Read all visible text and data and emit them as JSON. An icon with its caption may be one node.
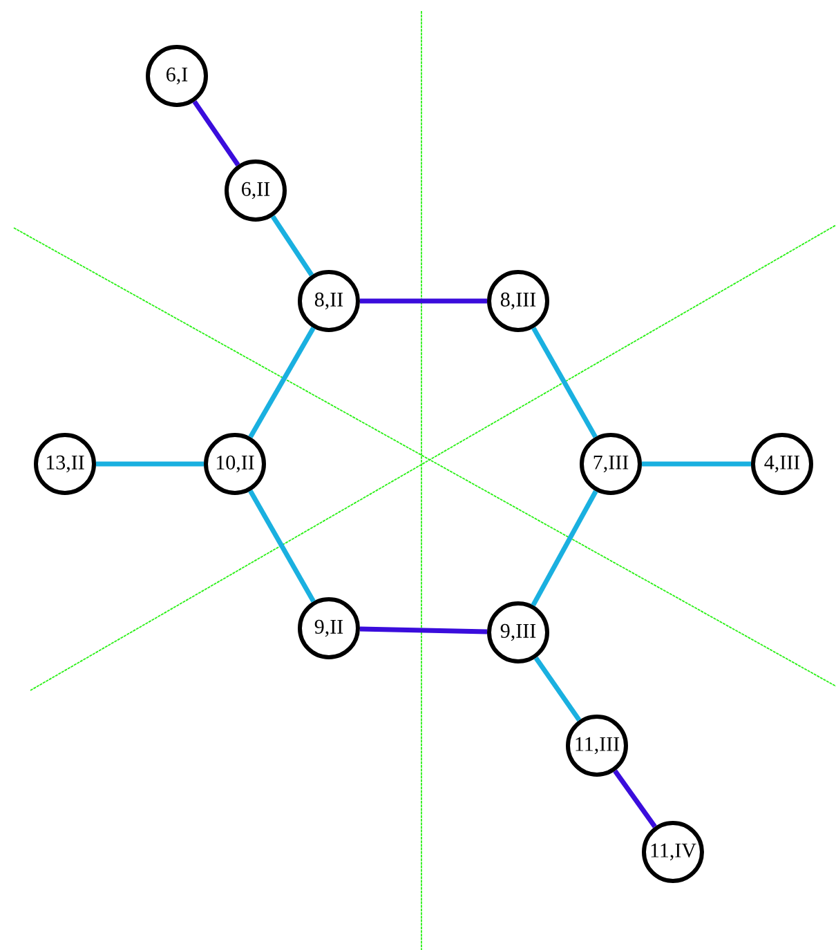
{
  "diagram": {
    "nodes": [
      {
        "text": [
          "6,I"
        ]
      },
      {
        "text": [
          "6,II"
        ]
      },
      {
        "text": [
          "8,II"
        ]
      },
      {
        "text": [
          "8,III"
        ]
      },
      {
        "text": [
          "13,II"
        ]
      },
      {
        "text": [
          "10,II"
        ]
      },
      {
        "text": [
          "7,III"
        ]
      },
      {
        "text": [
          "4,III"
        ]
      },
      {
        "text": [
          "9,II"
        ]
      },
      {
        "text": [
          "9,III"
        ]
      },
      {
        "text": [
          "11,III"
        ]
      },
      {
        "text": [
          "11,IV"
        ]
      }
    ],
    "edges": [
      {
        "from": 0,
        "to": 1,
        "arrow": "none",
        "color": "#3a0ddc"
      },
      {
        "from": 1,
        "to": 2,
        "arrow": "none"
      },
      {
        "from": 2,
        "to": 3,
        "arrow": "none",
        "color": "#3a0ddc"
      },
      {
        "from": 2,
        "to": 5,
        "arrow": "none"
      },
      {
        "from": 3,
        "to": 6,
        "arrow": "none"
      },
      {
        "from": 4,
        "to": 5,
        "arrow": "none"
      },
      {
        "from": 6,
        "to": 7,
        "arrow": "none"
      },
      {
        "from": 5,
        "to": 8,
        "arrow": "none"
      },
      {
        "from": 6,
        "to": 9,
        "arrow": "none"
      },
      {
        "from": 8,
        "to": 9,
        "arrow": "none",
        "color": "#3a0ddc"
      },
      {
        "from": 9,
        "to": 10,
        "arrow": "none"
      },
      {
        "from": 10,
        "to": 11,
        "arrow": "none",
        "color": "#3a0ddc"
      }
    ]
  }
}
